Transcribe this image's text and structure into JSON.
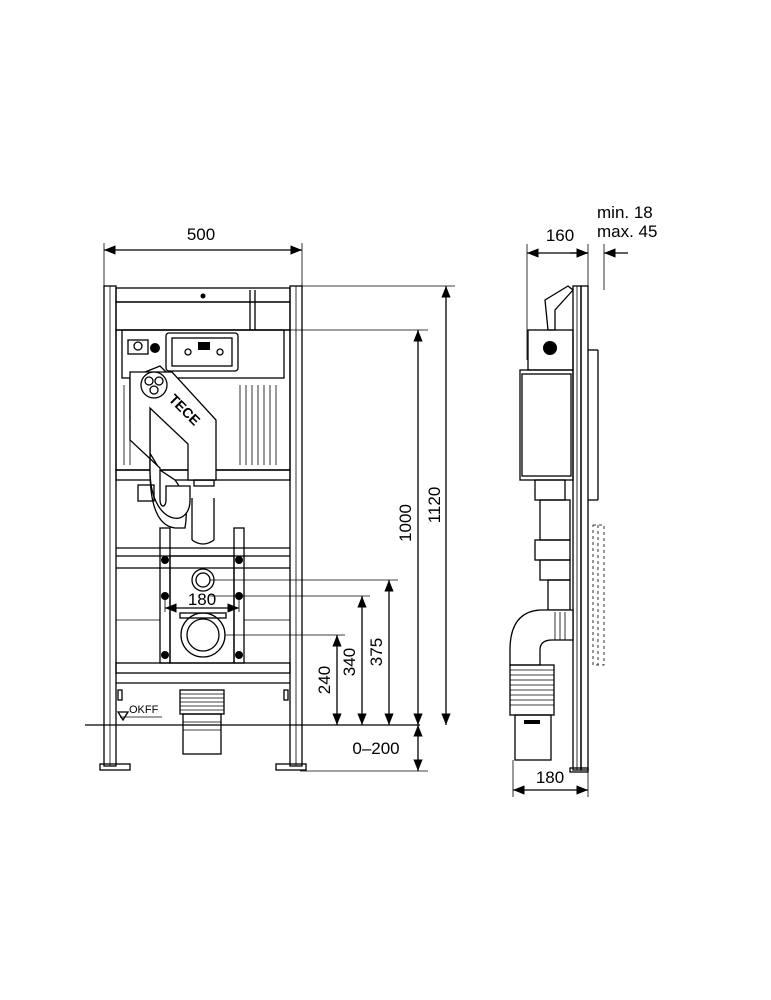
{
  "front_view": {
    "width_label": "500",
    "height_frame_label": "1120",
    "height_tank_label": "1000",
    "dim_375_label": "375",
    "dim_340_label": "340",
    "dim_240_label": "240",
    "dim_180_label": "180",
    "foot_adjust_label": "0–200",
    "floor_mark_label": "OKFF",
    "brand_logo_text": "TECE"
  },
  "side_view": {
    "depth_label": "160",
    "wall_min_label": "min. 18",
    "wall_max_label": "max. 45",
    "bottom_depth_label": "180"
  }
}
